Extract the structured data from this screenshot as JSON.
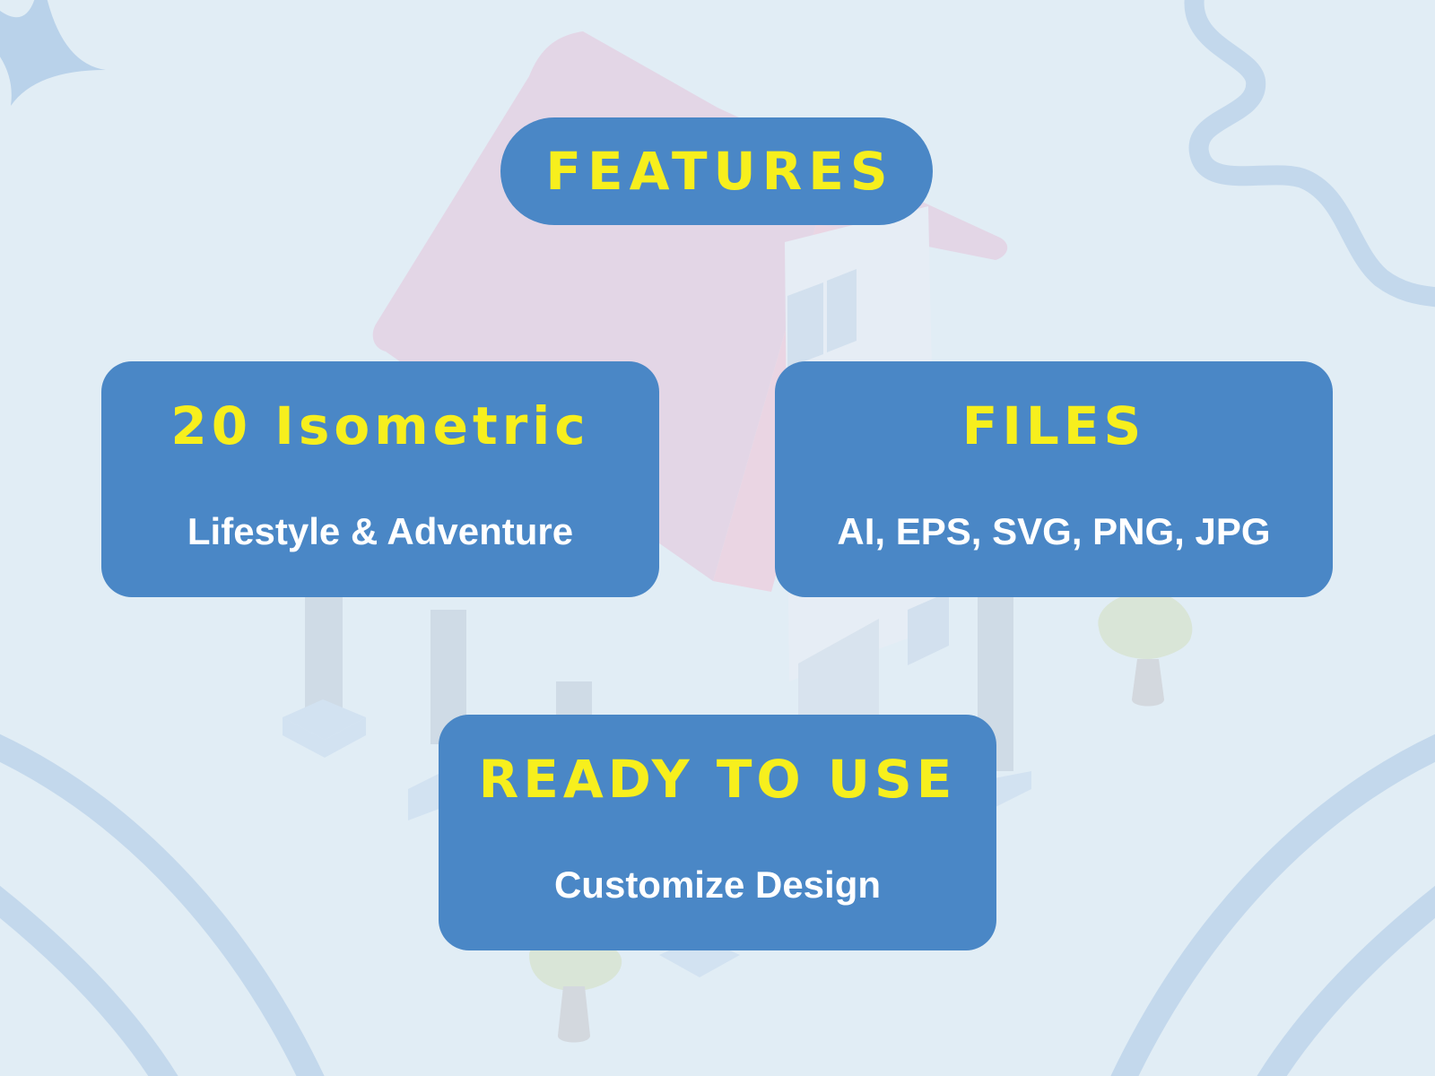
{
  "colors": {
    "background": "#e1edf5",
    "panel": "#4a87c6",
    "heading_text": "#f7ef1d",
    "body_text": "#ffffff",
    "decor_lines": "#c3d8ec"
  },
  "header": {
    "badge_label": "FEATURES"
  },
  "cards": [
    {
      "title": "20 Isometric",
      "subtitle": "Lifestyle & Adventure"
    },
    {
      "title": "FILES",
      "subtitle": "AI, EPS, SVG, PNG, JPG"
    },
    {
      "title": "READY TO USE",
      "subtitle": "Customize Design"
    }
  ],
  "decorations": {
    "icons": [
      "sparkle-icon",
      "squiggle-line-icon",
      "arc-rings-icon",
      "house-illustration-icon",
      "tree-icon"
    ]
  }
}
